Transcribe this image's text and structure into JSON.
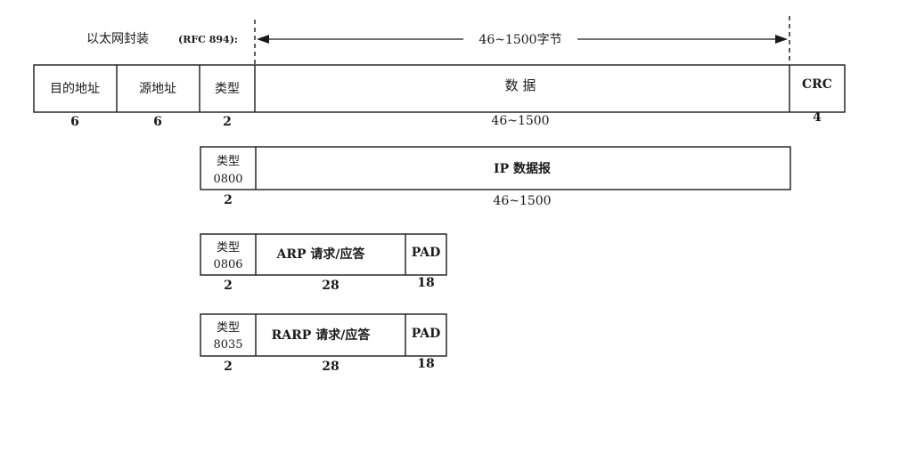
{
  "header": {
    "title": "以太网封装",
    "rfc": "(RFC 894):",
    "span_label": "46~1500字节"
  },
  "frame": {
    "fields": [
      {
        "label": "目的地址",
        "size": "6"
      },
      {
        "label": "源地址",
        "size": "6"
      },
      {
        "label": "类型",
        "size": "2"
      },
      {
        "label": "数 据",
        "size": "46~1500"
      },
      {
        "label": "CRC",
        "size": "4"
      }
    ]
  },
  "ip_row": {
    "type_label": "类型",
    "type_code": "0800",
    "type_size": "2",
    "payload_label": "IP 数据报",
    "payload_size": "46~1500"
  },
  "arp_row": {
    "type_label": "类型",
    "type_code": "0806",
    "type_size": "2",
    "payload_label": "ARP 请求/应答",
    "payload_size": "28",
    "pad_label": "PAD",
    "pad_size": "18"
  },
  "rarp_row": {
    "type_label": "类型",
    "type_code": "8035",
    "type_size": "2",
    "payload_label": "RARP 请求/应答",
    "payload_size": "28",
    "pad_label": "PAD",
    "pad_size": "18"
  }
}
